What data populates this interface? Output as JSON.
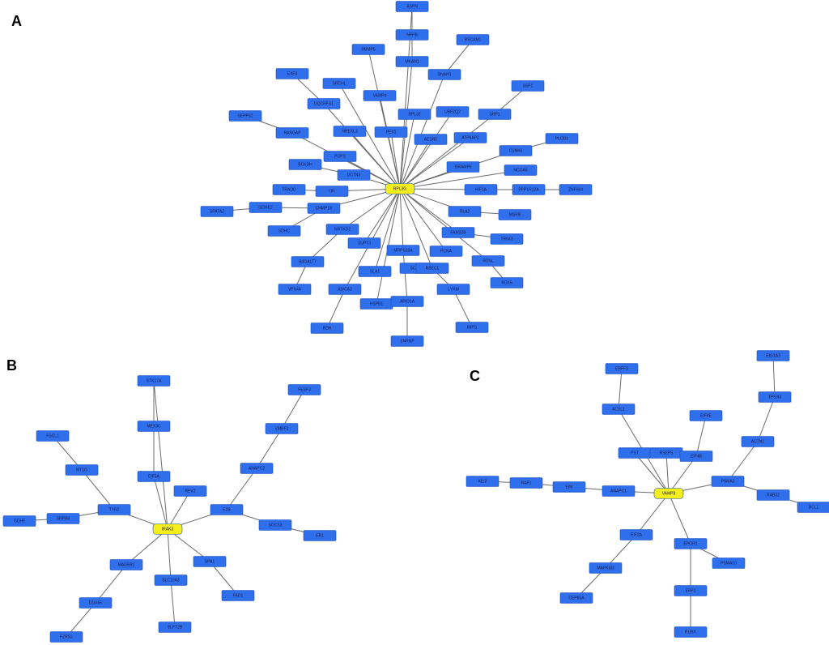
{
  "colors": {
    "node": "#2f6fec",
    "hub": "#f5ee1d",
    "edge": "#6b6b6b",
    "label": "#1a1a4a"
  },
  "panels": [
    {
      "label": "A",
      "hub": "RPL3G",
      "nodes": [
        "RPL3G",
        "ASPN",
        "NPPB",
        "MKAN1",
        "SNAP0",
        "RSCAM1",
        "RBMP5",
        "VAMP4",
        "PEX1",
        "RPL32",
        "UBE2Q2",
        "AESN1",
        "SRP1",
        "ATP6AP2",
        "SSF1",
        "EXF3",
        "SRCHL",
        "UQCRFS1",
        "NREXL3",
        "SEPP32",
        "RANGAP",
        "POPS",
        "DCTN3",
        "CSNK6",
        "PLOD1",
        "BCKDH",
        "GRAMP6",
        "NCOA6",
        "TRADD",
        "OR",
        "HIF1A",
        "PPP1R12A",
        "ZNF664",
        "SPATA2",
        "GDHE2",
        "CHMP1B",
        "SDHC",
        "RLA2",
        "MSRB",
        "NRTKD2",
        "SUPT3",
        "FAM32B",
        "TRIM3",
        "B4GALT7",
        "MRPS18A",
        "PCNA",
        "RDSL",
        "SNRNP",
        "RDX5",
        "VPS4A",
        "SCCM",
        "SLA1",
        "RBEC1",
        "ASICA2",
        "HSPB1",
        "ARID1A",
        "LYRM",
        "RDH",
        "IMPS",
        "SNRNP"
      ],
      "edges": [
        [
          "RPL3G",
          "ASPN"
        ],
        [
          "ASPN",
          "NPPB"
        ],
        [
          "NPPB",
          "MKAN1"
        ],
        [
          "RPL3G",
          "MKAN1"
        ],
        [
          "RPL3G",
          "SNAP0"
        ],
        [
          "SNAP0",
          "RSCAM1"
        ],
        [
          "RPL3G",
          "RBMP5"
        ],
        [
          "RPL3G",
          "VAMP4"
        ],
        [
          "RPL3G",
          "PEX1"
        ],
        [
          "RPL3G",
          "RPL32"
        ],
        [
          "RPL3G",
          "UBE2Q2"
        ],
        [
          "RPL3G",
          "AESN1"
        ],
        [
          "RPL3G",
          "SRP1"
        ],
        [
          "SRP1",
          "SSF1"
        ],
        [
          "RPL3G",
          "ATP6AP2"
        ],
        [
          "RPL3G",
          "SRCHL"
        ],
        [
          "RPL3G",
          "UQCRFS1"
        ],
        [
          "UQCRFS1",
          "EXF3"
        ],
        [
          "RPL3G",
          "NREXL3"
        ],
        [
          "RPL3G",
          "RANGAP"
        ],
        [
          "RANGAP",
          "SEPP32"
        ],
        [
          "RPL3G",
          "POPS"
        ],
        [
          "RPL3G",
          "DCTN3"
        ],
        [
          "DCTN3",
          "BCKDH"
        ],
        [
          "RPL3G",
          "CSNK6"
        ],
        [
          "CSNK6",
          "PLOD1"
        ],
        [
          "RPL3G",
          "GRAMP6"
        ],
        [
          "RPL3G",
          "NCOA6"
        ],
        [
          "RPL3G",
          "OR"
        ],
        [
          "OR",
          "TRADD"
        ],
        [
          "RPL3G",
          "HIF1A"
        ],
        [
          "HIF1A",
          "PPP1R12A"
        ],
        [
          "PPP1R12A",
          "ZNF664"
        ],
        [
          "RPL3G",
          "CHMP1B"
        ],
        [
          "CHMP1B",
          "GDHE2"
        ],
        [
          "GDHE2",
          "SPATA2"
        ],
        [
          "CHMP1B",
          "SDHC"
        ],
        [
          "RPL3G",
          "RLA2"
        ],
        [
          "RLA2",
          "MSRB"
        ],
        [
          "RPL3G",
          "NRTKD2"
        ],
        [
          "NRTKD2",
          "B4GALT7"
        ],
        [
          "B4GALT7",
          "VPS4A"
        ],
        [
          "RPL3G",
          "SUPT3"
        ],
        [
          "RPL3G",
          "FAM32B"
        ],
        [
          "FAM32B",
          "TRIM3"
        ],
        [
          "RPL3G",
          "MRPS18A"
        ],
        [
          "MRPS18A",
          "ARID1A"
        ],
        [
          "ARID1A",
          "SNRNP"
        ],
        [
          "RPL3G",
          "PCNA"
        ],
        [
          "RPL3G",
          "RDSL"
        ],
        [
          "RDSL",
          "RDX5"
        ],
        [
          "RPL3G",
          "SLA1"
        ],
        [
          "RPL3G",
          "RBEC1"
        ],
        [
          "RBEC1",
          "LYRM"
        ],
        [
          "LYRM",
          "IMPS"
        ],
        [
          "RPL3G",
          "ASICA2"
        ],
        [
          "ASICA2",
          "RDH"
        ],
        [
          "RPL3G",
          "HSPB1"
        ]
      ]
    },
    {
      "label": "B",
      "hub": "IRAK3",
      "nodes": [
        "IRAK3",
        "STK17A",
        "MEX3C",
        "EIF5A",
        "REV2",
        "FEEF3",
        "VMBF2",
        "ANAPC2",
        "E2B",
        "SOCS3",
        "ER1",
        "FSCL1",
        "MT1G",
        "TYR2",
        "GDH5",
        "SRPB8",
        "MAGEB1",
        "DDX65",
        "FZRS2",
        "SLC10A3",
        "SLFT2B",
        "SPA1",
        "FAD1"
      ],
      "edges": [
        [
          "IRAK3",
          "STK17A"
        ],
        [
          "STK17A",
          "MEX3C"
        ],
        [
          "MEX3C",
          "EIF5A"
        ],
        [
          "IRAK3",
          "EIF5A"
        ],
        [
          "IRAK3",
          "REV2"
        ],
        [
          "IRAK3",
          "E2B"
        ],
        [
          "E2B",
          "ANAPC2"
        ],
        [
          "ANAPC2",
          "VMBF2"
        ],
        [
          "VMBF2",
          "FEEF3"
        ],
        [
          "E2B",
          "SOCS3"
        ],
        [
          "SOCS3",
          "ER1"
        ],
        [
          "IRAK3",
          "TYR2"
        ],
        [
          "TYR2",
          "MT1G"
        ],
        [
          "MT1G",
          "FSCL1"
        ],
        [
          "TYR2",
          "SRPB8"
        ],
        [
          "SRPB8",
          "GDH5"
        ],
        [
          "IRAK3",
          "MAGEB1"
        ],
        [
          "MAGEB1",
          "DDX65"
        ],
        [
          "DDX65",
          "FZRS2"
        ],
        [
          "IRAK3",
          "SLC10A3"
        ],
        [
          "SLC10A3",
          "SLFT2B"
        ],
        [
          "IRAK3",
          "SPA1"
        ],
        [
          "SPA1",
          "FAD1"
        ]
      ]
    },
    {
      "label": "C",
      "hub": "VAMP8",
      "nodes": [
        "VAMP8",
        "EIG1A3",
        "ERFF3",
        "ACSL1",
        "PST",
        "RSEPS",
        "EIF4B",
        "EIF4E",
        "TP53I3",
        "ACTN1",
        "PSMA3",
        "RAB32",
        "BCL1",
        "KEI2",
        "RAF1",
        "EIM",
        "ANAPC1",
        "EIF2A",
        "MAPK8I3",
        "CEP95A",
        "EPOR1",
        "PSMA10",
        "ERF1",
        "RUBX"
      ],
      "edges": [
        [
          "VAMP8",
          "ACSL1"
        ],
        [
          "ACSL1",
          "ERFF3"
        ],
        [
          "VAMP8",
          "PST"
        ],
        [
          "VAMP8",
          "RSEPS"
        ],
        [
          "VAMP8",
          "EIF4B"
        ],
        [
          "EIF4B",
          "EIF4E"
        ],
        [
          "VAMP8",
          "PSMA3"
        ],
        [
          "PSMA3",
          "ACTN1"
        ],
        [
          "ACTN1",
          "TP53I3"
        ],
        [
          "TP53I3",
          "EIG1A3"
        ],
        [
          "PSMA3",
          "RAB32"
        ],
        [
          "RAB32",
          "BCL1"
        ],
        [
          "VAMP8",
          "ANAPC1"
        ],
        [
          "ANAPC1",
          "EIM"
        ],
        [
          "EIM",
          "RAF1"
        ],
        [
          "RAF1",
          "KEI2"
        ],
        [
          "VAMP8",
          "EIF2A"
        ],
        [
          "EIF2A",
          "MAPK8I3"
        ],
        [
          "MAPK8I3",
          "CEP95A"
        ],
        [
          "VAMP8",
          "EPOR1"
        ],
        [
          "EPOR1",
          "PSMA10"
        ],
        [
          "EPOR1",
          "ERF1"
        ],
        [
          "ERF1",
          "RUBX"
        ]
      ]
    }
  ]
}
